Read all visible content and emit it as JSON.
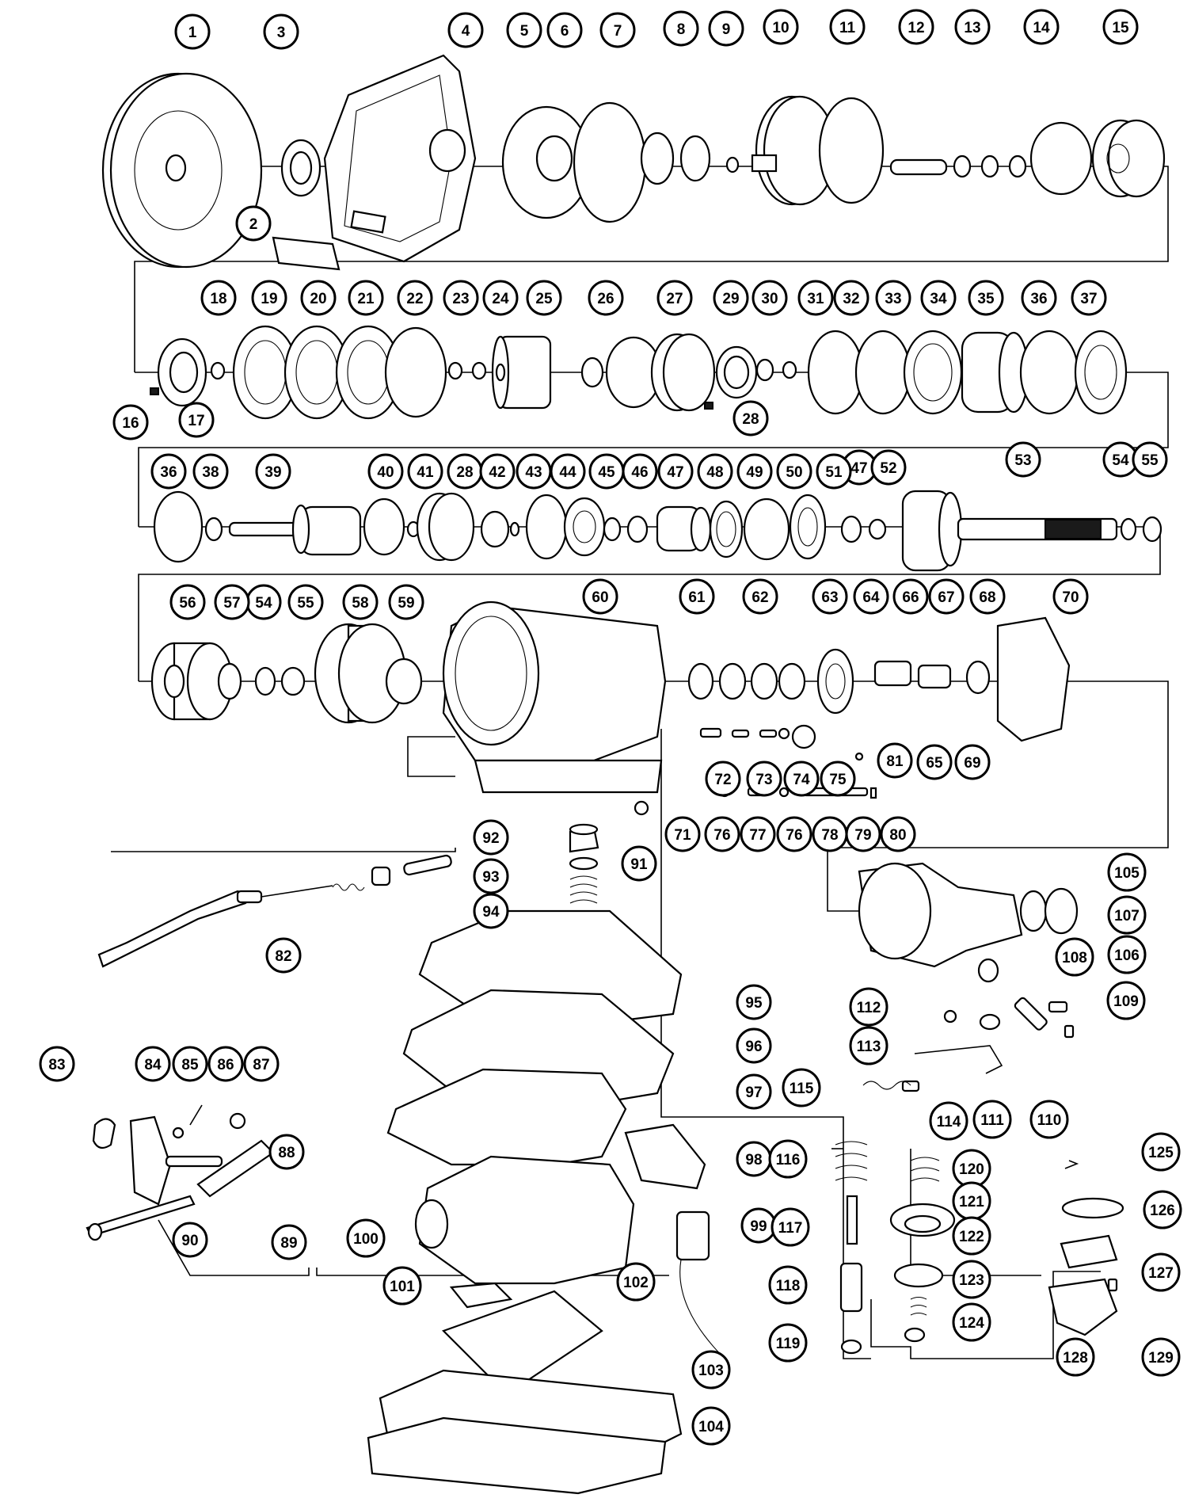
{
  "diagram": {
    "callouts": [
      "1",
      "2",
      "3",
      "4",
      "5",
      "6",
      "7",
      "8",
      "9",
      "10",
      "11",
      "12",
      "13",
      "14",
      "15",
      "16",
      "17",
      "18",
      "19",
      "20",
      "21",
      "22",
      "23",
      "24",
      "25",
      "26",
      "27",
      "28",
      "29",
      "30",
      "31",
      "32",
      "33",
      "34",
      "35",
      "36",
      "37",
      "38",
      "39",
      "40",
      "41",
      "42",
      "43",
      "44",
      "45",
      "46",
      "47",
      "48",
      "49",
      "50",
      "51",
      "52",
      "53",
      "54",
      "55",
      "56",
      "57",
      "58",
      "59",
      "60",
      "61",
      "62",
      "63",
      "64",
      "65",
      "66",
      "67",
      "68",
      "69",
      "70",
      "71",
      "72",
      "73",
      "74",
      "75",
      "76",
      "77",
      "78",
      "79",
      "80",
      "81",
      "82",
      "83",
      "84",
      "85",
      "86",
      "87",
      "88",
      "89",
      "90",
      "91",
      "92",
      "93",
      "94",
      "95",
      "96",
      "97",
      "98",
      "99",
      "100",
      "101",
      "102",
      "103",
      "104",
      "105",
      "106",
      "107",
      "108",
      "109",
      "110",
      "111",
      "112",
      "113",
      "114",
      "115",
      "116",
      "117",
      "118",
      "119",
      "120",
      "121",
      "122",
      "123",
      "124",
      "125",
      "126",
      "127",
      "128",
      "129"
    ]
  }
}
